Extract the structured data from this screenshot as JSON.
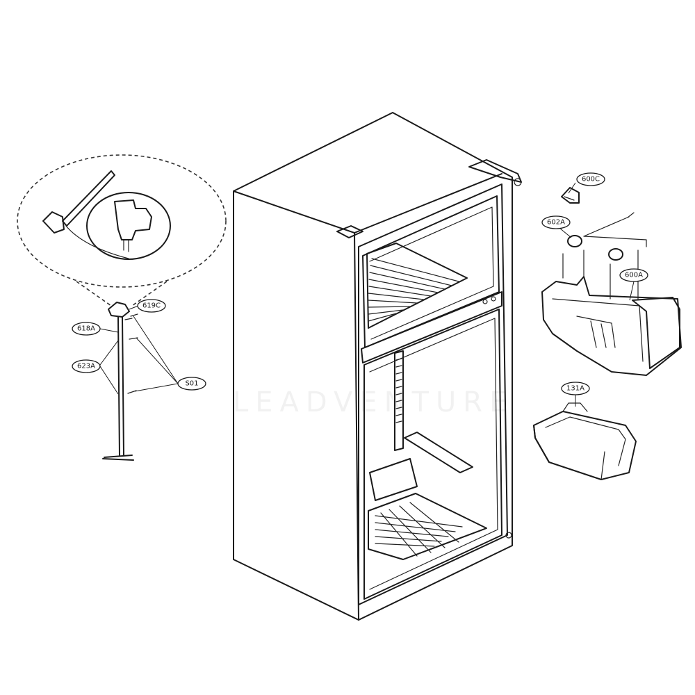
{
  "callouts": {
    "c600C": "600C",
    "c602A": "602A",
    "c600A": "600A",
    "c131A": "131A",
    "c619C": "619C",
    "c618A": "618A",
    "c623A": "623A",
    "cS01": "S01"
  },
  "watermark": "LEADVENTURE"
}
